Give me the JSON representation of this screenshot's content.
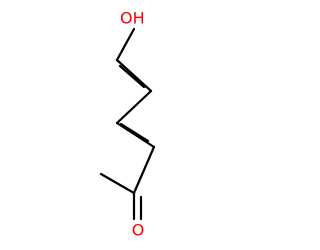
{
  "molecule": {
    "atoms": [
      {
        "id": "c_methyl",
        "element": "C",
        "label": ""
      },
      {
        "id": "c2",
        "element": "C",
        "label": ""
      },
      {
        "id": "o_ketone",
        "element": "O",
        "label": "O"
      },
      {
        "id": "c3",
        "element": "C",
        "label": ""
      },
      {
        "id": "c4",
        "element": "C",
        "label": ""
      },
      {
        "id": "c5",
        "element": "C",
        "label": ""
      },
      {
        "id": "c6",
        "element": "C",
        "label": ""
      },
      {
        "id": "o_hydroxyl",
        "element": "O",
        "label": "OH"
      }
    ],
    "bonds": [
      {
        "from": "c_methyl",
        "to": "c2",
        "order": 1
      },
      {
        "from": "c2",
        "to": "o_ketone",
        "order": 2
      },
      {
        "from": "c2",
        "to": "c3",
        "order": 1
      },
      {
        "from": "c3",
        "to": "c4",
        "order": 2
      },
      {
        "from": "c4",
        "to": "c5",
        "order": 1
      },
      {
        "from": "c5",
        "to": "c6",
        "order": 2
      },
      {
        "from": "c6",
        "to": "o_hydroxyl",
        "order": 1
      }
    ]
  },
  "colors": {
    "bond": "#000000",
    "oxygen": "#ff0000"
  }
}
